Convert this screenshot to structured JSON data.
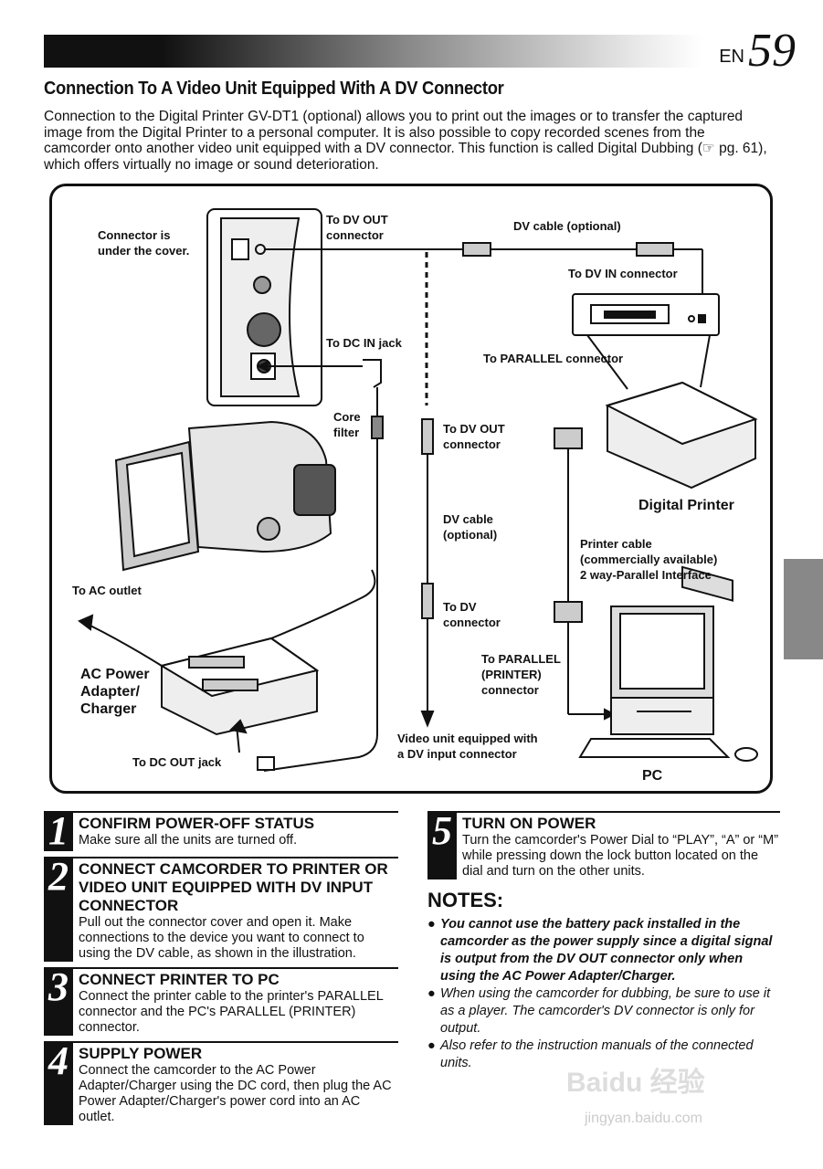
{
  "header": {
    "lang": "EN",
    "page": "59"
  },
  "title": "Connection To A Video Unit Equipped With A DV Connector",
  "intro": "Connection to the Digital Printer GV-DT1 (optional) allows you to print out the images or to transfer the captured image from the Digital Printer to a personal computer. It is also possible to copy recorded scenes from the camcorder onto another video unit equipped with a DV connector. This function is called Digital Dubbing (☞ pg. 61), which offers virtually no image or sound deterioration.",
  "diagram": {
    "connector_cover": "Connector is\nunder the cover.",
    "dv_out_top": "To DV OUT\nconnector",
    "dv_cable_top": "DV cable (optional)",
    "dv_in": "To DV IN connector",
    "dc_in": "To DC IN jack",
    "parallel": "To PARALLEL connector",
    "core_filter": "Core\nfilter",
    "dv_out_mid": "To DV OUT\nconnector",
    "digital_printer": "Digital Printer",
    "dv_cable_mid": "DV cable\n(optional)",
    "printer_cable": "Printer cable\n(commercially available)\n2 way-Parallel Interface",
    "ac_outlet": "To AC outlet",
    "to_dv": "To DV\nconnector",
    "ac_power": "AC Power\nAdapter/\nCharger",
    "parallel_printer": "To PARALLEL\n(PRINTER)\nconnector",
    "video_unit": "Video unit equipped with\na DV input connector",
    "dc_out": "To DC OUT jack",
    "pc": "PC"
  },
  "steps": [
    {
      "num": "1",
      "head": "CONFIRM POWER-OFF STATUS",
      "body": "Make sure all the units are turned off."
    },
    {
      "num": "2",
      "head": "CONNECT CAMCORDER TO PRINTER OR VIDEO UNIT EQUIPPED WITH DV INPUT CONNECTOR",
      "body": "Pull out the connector cover and open it. Make connections to the device you want to connect to using the DV cable, as shown in the illustration."
    },
    {
      "num": "3",
      "head": "CONNECT PRINTER TO PC",
      "body": "Connect the printer cable to the printer's PARALLEL connector and the PC's PARALLEL (PRINTER) connector."
    },
    {
      "num": "4",
      "head": "SUPPLY POWER",
      "body": "Connect the camcorder to the AC Power Adapter/Charger using the DC cord, then plug the AC Power Adapter/Charger's power cord into an AC outlet."
    },
    {
      "num": "5",
      "head": "TURN ON POWER",
      "body": "Turn the camcorder's Power Dial to “PLAY”, “A” or “M” while pressing down the lock button located on the dial and turn on the other units."
    }
  ],
  "notes": {
    "title": "NOTES:",
    "items": [
      "You cannot use the battery pack installed in the camcorder as the power supply since a digital signal is output from the DV OUT connector only when using the AC Power Adapter/Charger.",
      "When using the camcorder for dubbing, be sure to use it as a player. The camcorder's DV connector is only for output.",
      "Also refer to the instruction manuals of the connected units."
    ]
  },
  "watermark": {
    "logo": "Baidu 经验",
    "url": "jingyan.baidu.com"
  }
}
